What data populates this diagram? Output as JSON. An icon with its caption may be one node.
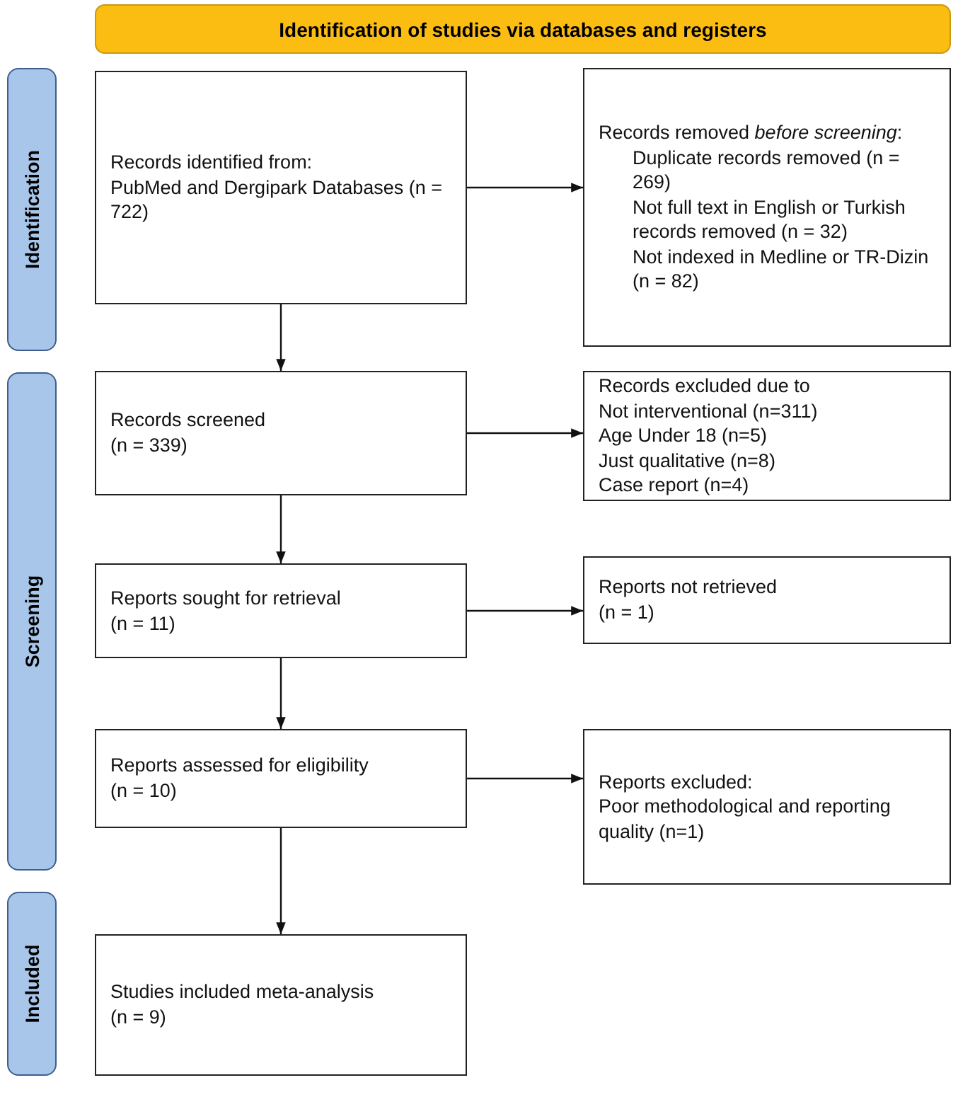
{
  "diagram": {
    "nodes": [
      {
        "text": [
          "Identification of studies via databases and registers"
        ]
      },
      {
        "text": [
          "Identification"
        ]
      },
      {
        "text": [
          "Records identified from:",
          "PubMed and Dergipark Databases (n = 722)"
        ]
      },
      {
        "text": [
          "Records removed *before screening*:",
          "Duplicate records removed (n = 269)",
          "Not full text in English or Turkish records removed (n = 32)",
          "Not indexed in Medline or TR-Dizin (n = 82)"
        ]
      },
      {
        "text": [
          "Screening"
        ]
      },
      {
        "text": [
          "Records screened",
          "(n = 339)"
        ]
      },
      {
        "text": [
          "Records excluded due to",
          "Not interventional (n=311)",
          "Age Under 18 (n=5)",
          "Just qualitative (n=8)",
          "Case report (n=4)"
        ]
      },
      {
        "text": [
          "Reports sought for retrieval",
          "(n = 11)"
        ]
      },
      {
        "text": [
          "Reports not retrieved",
          "(n = 1)"
        ]
      },
      {
        "text": [
          "Reports assessed for eligibility",
          "(n = 10)"
        ]
      },
      {
        "text": [
          "Reports excluded:",
          "Poor methodological and reporting quality (n=1)"
        ]
      },
      {
        "text": [
          "Included"
        ]
      },
      {
        "text": [
          "Studies included meta-analysis",
          "(n = 9)"
        ]
      }
    ],
    "edges": [
      {
        "from": 2,
        "to": 3,
        "arrow": "to"
      },
      {
        "from": 2,
        "to": 5,
        "arrow": "to"
      },
      {
        "from": 5,
        "to": 6,
        "arrow": "to"
      },
      {
        "from": 5,
        "to": 7,
        "arrow": "to"
      },
      {
        "from": 7,
        "to": 8,
        "arrow": "to"
      },
      {
        "from": 7,
        "to": 9,
        "arrow": "to"
      },
      {
        "from": 9,
        "to": 10,
        "arrow": "to"
      },
      {
        "from": 9,
        "to": 12,
        "arrow": "to"
      }
    ]
  }
}
